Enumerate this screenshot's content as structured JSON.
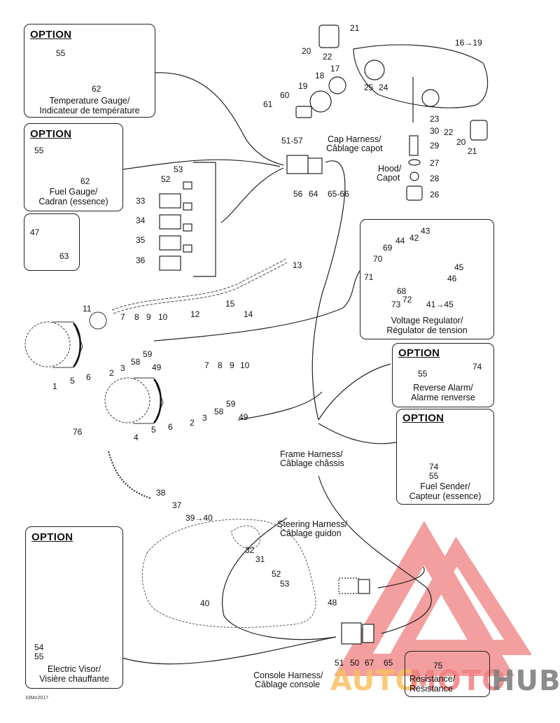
{
  "diagram_code": "33Mn2017",
  "option_label": "OPTION",
  "option_boxes": {
    "temperature_gauge": {
      "title": "OPTION",
      "caption_en": "Temperature Gauge/",
      "caption_fr": "Indicateur de température",
      "parts": [
        "55",
        "62"
      ]
    },
    "fuel_gauge": {
      "title": "OPTION",
      "caption_en": "Fuel Gauge/",
      "caption_fr": "Cadran (essence)",
      "parts": [
        "55",
        "62"
      ]
    },
    "reverse_alarm": {
      "title": "OPTION",
      "caption_en": "Reverse Alarm/",
      "caption_fr": "Alarme renverse",
      "parts": [
        "55",
        "74"
      ]
    },
    "fuel_sender": {
      "title": "OPTION",
      "caption_en": "Fuel Sender/",
      "caption_fr": "Capteur (essence)",
      "parts": [
        "74",
        "55"
      ]
    },
    "electric_visor": {
      "title": "OPTION",
      "caption_en": "Electric Visor/",
      "caption_fr": "Visière chauffante",
      "parts": [
        "54",
        "55"
      ]
    }
  },
  "detail_boxes": {
    "tie_wrap": {
      "parts": [
        "47",
        "63"
      ]
    },
    "voltage_regulator": {
      "caption_en": "Voltage Regulator/",
      "caption_fr": "Régulator de tension",
      "parts": [
        "43",
        "42",
        "44",
        "69",
        "70",
        "71",
        "45",
        "46",
        "68",
        "72",
        "73",
        "41→45"
      ]
    },
    "resistance": {
      "caption_en": "Resistance/",
      "caption_fr": "Résistance",
      "parts": [
        "75"
      ]
    }
  },
  "harness_labels": {
    "cap": {
      "en": "Cap Harness/",
      "fr": "Câblage capot"
    },
    "hood": {
      "en": "Hood/",
      "fr": "Capot"
    },
    "frame": {
      "en": "Frame Harness/",
      "fr": "Câblage châssis"
    },
    "steering": {
      "en": "Steering Harness/",
      "fr": "Câblage guidon"
    },
    "console": {
      "en": "Console Harness/",
      "fr": "Câblage console"
    }
  },
  "callouts": {
    "headlamp": [
      "21",
      "20",
      "22",
      "16→19",
      "17",
      "18",
      "19",
      "60",
      "61",
      "25",
      "24",
      "23",
      "30",
      "29",
      "27",
      "28",
      "26",
      "22",
      "20",
      "21"
    ],
    "cap_harness": [
      "51-57",
      "56",
      "64",
      "65-66"
    ],
    "fuse_block": [
      "53",
      "52",
      "33",
      "34",
      "35",
      "36"
    ],
    "cable": [
      "13",
      "12",
      "15",
      "14"
    ],
    "gauge_upper": [
      "11",
      "7",
      "8",
      "9",
      "10",
      "59",
      "58",
      "49",
      "3",
      "2",
      "6",
      "5",
      "1"
    ],
    "gauge_lower": [
      "7",
      "8",
      "9",
      "10",
      "59",
      "58",
      "49",
      "3",
      "2",
      "6",
      "5",
      "4"
    ],
    "misc": [
      "76"
    ],
    "handlebar": [
      "38",
      "37",
      "39→40",
      "32",
      "31",
      "52",
      "53",
      "40",
      "48"
    ],
    "console": [
      "51",
      "50",
      "67",
      "65"
    ]
  },
  "watermark": {
    "part1": "AUTO",
    "part2": "MOTO",
    "part3": "HUB",
    "color_logo": "#f08080",
    "color_auto": "#f8c060",
    "color_hub": "#808080"
  }
}
